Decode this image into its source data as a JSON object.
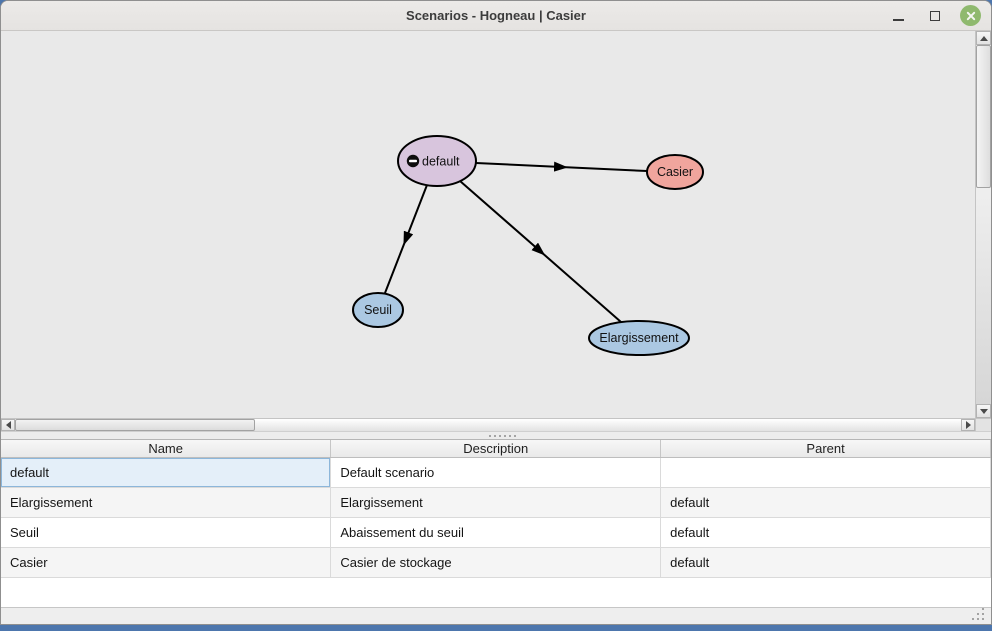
{
  "window": {
    "title": "Scenarios - Hogneau | Casier"
  },
  "graph": {
    "nodes": [
      {
        "label": "default",
        "fill": "#d8c5dd",
        "icon": "minus-circle-icon"
      },
      {
        "label": "Casier",
        "fill": "#f0a59d"
      },
      {
        "label": "Seuil",
        "fill": "#abc8e2"
      },
      {
        "label": "Elargissement",
        "fill": "#abc8e2"
      }
    ],
    "edges": [
      {
        "from": "default",
        "to": "Casier"
      },
      {
        "from": "default",
        "to": "Seuil"
      },
      {
        "from": "default",
        "to": "Elargissement"
      }
    ]
  },
  "table": {
    "columns": [
      "Name",
      "Description",
      "Parent"
    ],
    "rows": [
      {
        "name": "default",
        "description": "Default scenario",
        "parent": ""
      },
      {
        "name": "Elargissement",
        "description": "Elargissement",
        "parent": "default"
      },
      {
        "name": "Seuil",
        "description": "Abaissement du seuil",
        "parent": "default"
      },
      {
        "name": "Casier",
        "description": "Casier de stockage",
        "parent": "default"
      }
    ]
  },
  "colors": {
    "titlebar_bg": "#eceae8",
    "close_button": "#8fb96e",
    "graph_bg": "#e9e9e9",
    "selected_cell_bg": "#e4eff9",
    "selected_cell_border": "#8cb6da",
    "bottom_bar": "#4d76ad"
  }
}
